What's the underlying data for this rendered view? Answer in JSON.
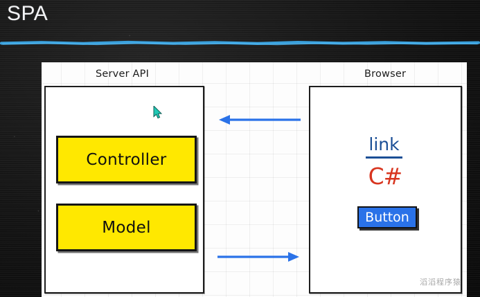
{
  "slide": {
    "title": "SPA",
    "title_color": "#f3f4f6",
    "background_color": "#141414",
    "rule_color": "#3ba7e6"
  },
  "diagram": {
    "canvas_background": "#fdfdfd",
    "grid_color": "#e6e6e6",
    "panels": [
      {
        "id": "server",
        "label": "Server API",
        "box_fill": "#ffffff",
        "box_border": "#1d1d1d",
        "items": [
          {
            "id": "controller",
            "label": "Controller",
            "fill": "#ffe800",
            "border": "#151515"
          },
          {
            "id": "model",
            "label": "Model",
            "fill": "#ffe800",
            "border": "#151515"
          }
        ]
      },
      {
        "id": "browser",
        "label": "Browser",
        "box_fill": "#ffffff",
        "box_border": "#1d1d1d",
        "items": [
          {
            "id": "link",
            "label": "link",
            "kind": "hyperlink",
            "color": "#1b4f96"
          },
          {
            "id": "csharp",
            "label": "C#",
            "kind": "text",
            "color": "#d8351f"
          },
          {
            "id": "button",
            "label": "Button",
            "kind": "button",
            "fill": "#2a72e8",
            "text_color": "#ffffff"
          }
        ]
      }
    ],
    "arrows": [
      {
        "id": "to-server",
        "direction": "left",
        "color": "#2a72e8"
      },
      {
        "id": "to-browser",
        "direction": "right",
        "color": "#2a72e8"
      }
    ]
  },
  "cursor": {
    "icon": "pointer-arrow-icon",
    "color": "#20c8b4"
  },
  "watermark": {
    "text": "滔滔程序猿"
  }
}
